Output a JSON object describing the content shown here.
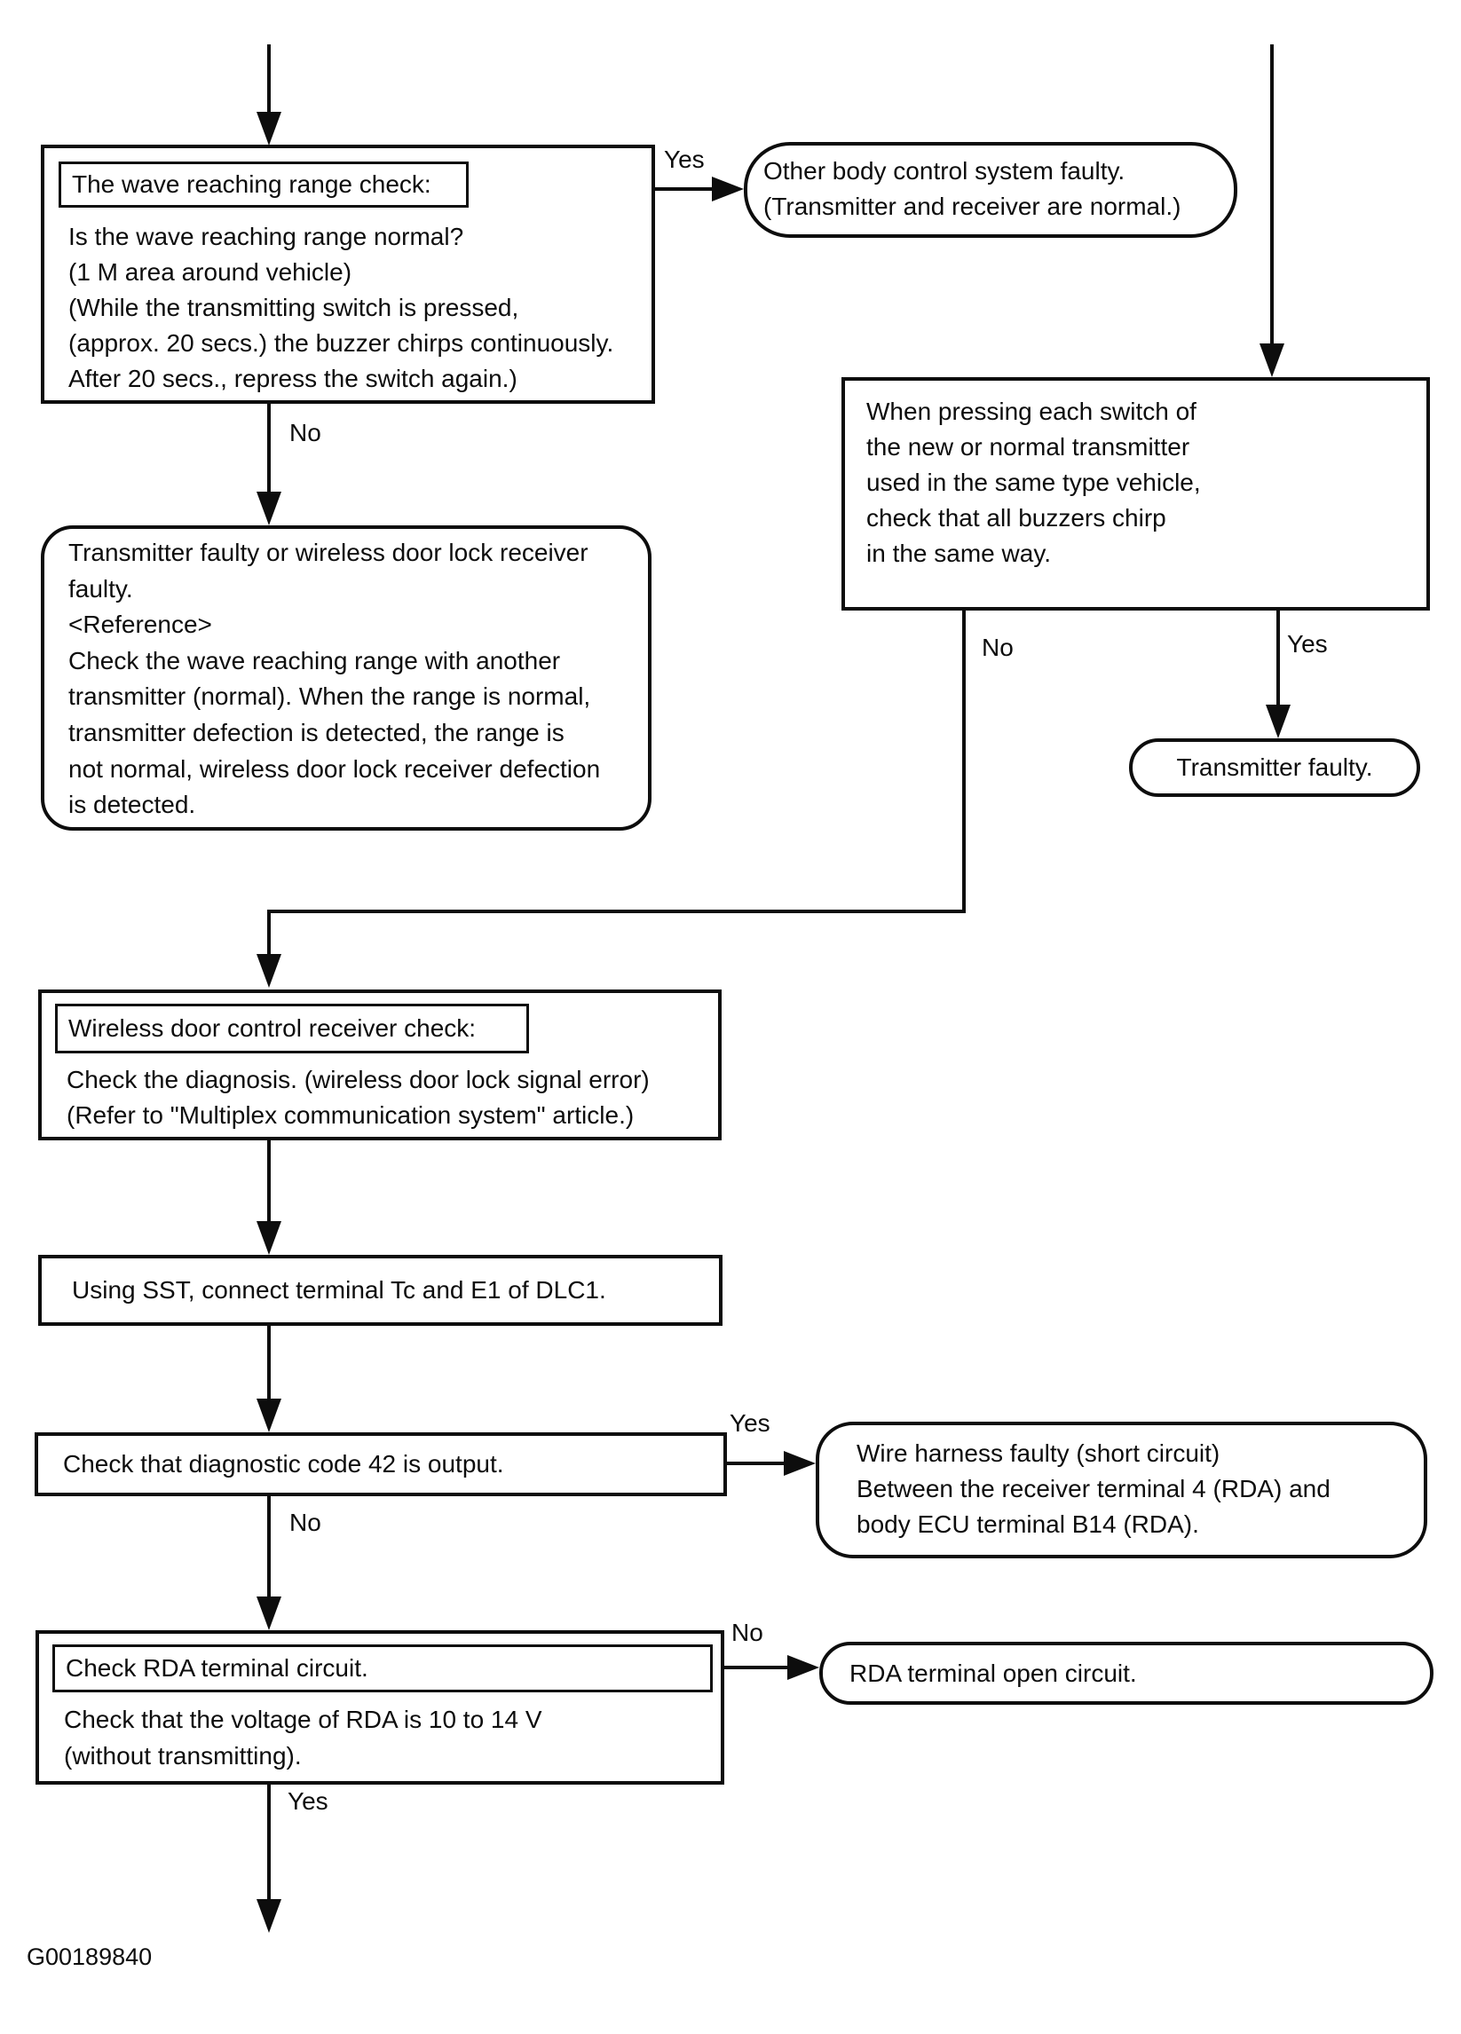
{
  "figure": {
    "id": "G00189840"
  },
  "colors": {
    "ink": "#0d0d0d",
    "background": "#ffffff"
  },
  "nodes": {
    "wave_check": {
      "title": "The wave reaching range check:",
      "lines": [
        "Is the wave reaching range normal?",
        "(1 M area around vehicle)",
        "(While the transmitting switch is pressed,",
        "(approx. 20 secs.) the buzzer chirps continuously.",
        "After 20 secs., repress the switch again.)"
      ]
    },
    "other_body_control": {
      "lines": [
        "Other body control system faulty.",
        "(Transmitter and receiver are normal.)"
      ]
    },
    "when_pressing": {
      "lines": [
        "When pressing each switch of",
        "the new or normal transmitter",
        "used in the same type vehicle,",
        "check that all buzzers chirp",
        "in the same way."
      ]
    },
    "transmitter_faulty": {
      "lines": [
        "Transmitter faulty."
      ]
    },
    "transmitter_or_receiver_faulty": {
      "lines": [
        "Transmitter faulty or wireless door lock receiver",
        "faulty.",
        "<Reference>",
        "Check the wave reaching range with another",
        "transmitter (normal). When the range is normal,",
        "transmitter defection is detected, the range is",
        "not normal, wireless door lock receiver defection",
        "is detected."
      ]
    },
    "receiver_check": {
      "title": "Wireless door control receiver check:",
      "lines": [
        "Check the diagnosis. (wireless door lock signal error)",
        "(Refer to \"Multiplex communication system\" article.)"
      ]
    },
    "using_sst": {
      "lines": [
        "Using SST, connect terminal Tc and E1 of DLC1."
      ]
    },
    "diag_code_42": {
      "lines": [
        "Check that diagnostic code 42 is output."
      ]
    },
    "wire_harness_faulty": {
      "lines": [
        "Wire harness faulty (short circuit)",
        "Between the receiver terminal 4 (RDA) and",
        "body ECU terminal B14 (RDA)."
      ]
    },
    "rda_terminal_check": {
      "title": "Check RDA terminal circuit.",
      "lines": [
        "Check that the voltage of RDA is 10 to 14 V",
        "(without transmitting)."
      ]
    },
    "rda_open_circuit": {
      "lines": [
        "RDA terminal open circuit."
      ]
    }
  },
  "edge_labels": {
    "wave_yes": "Yes",
    "wave_no": "No",
    "pressing_no": "No",
    "pressing_yes": "Yes",
    "diag_yes": "Yes",
    "diag_no": "No",
    "rda_no": "No",
    "rda_yes": "Yes"
  }
}
